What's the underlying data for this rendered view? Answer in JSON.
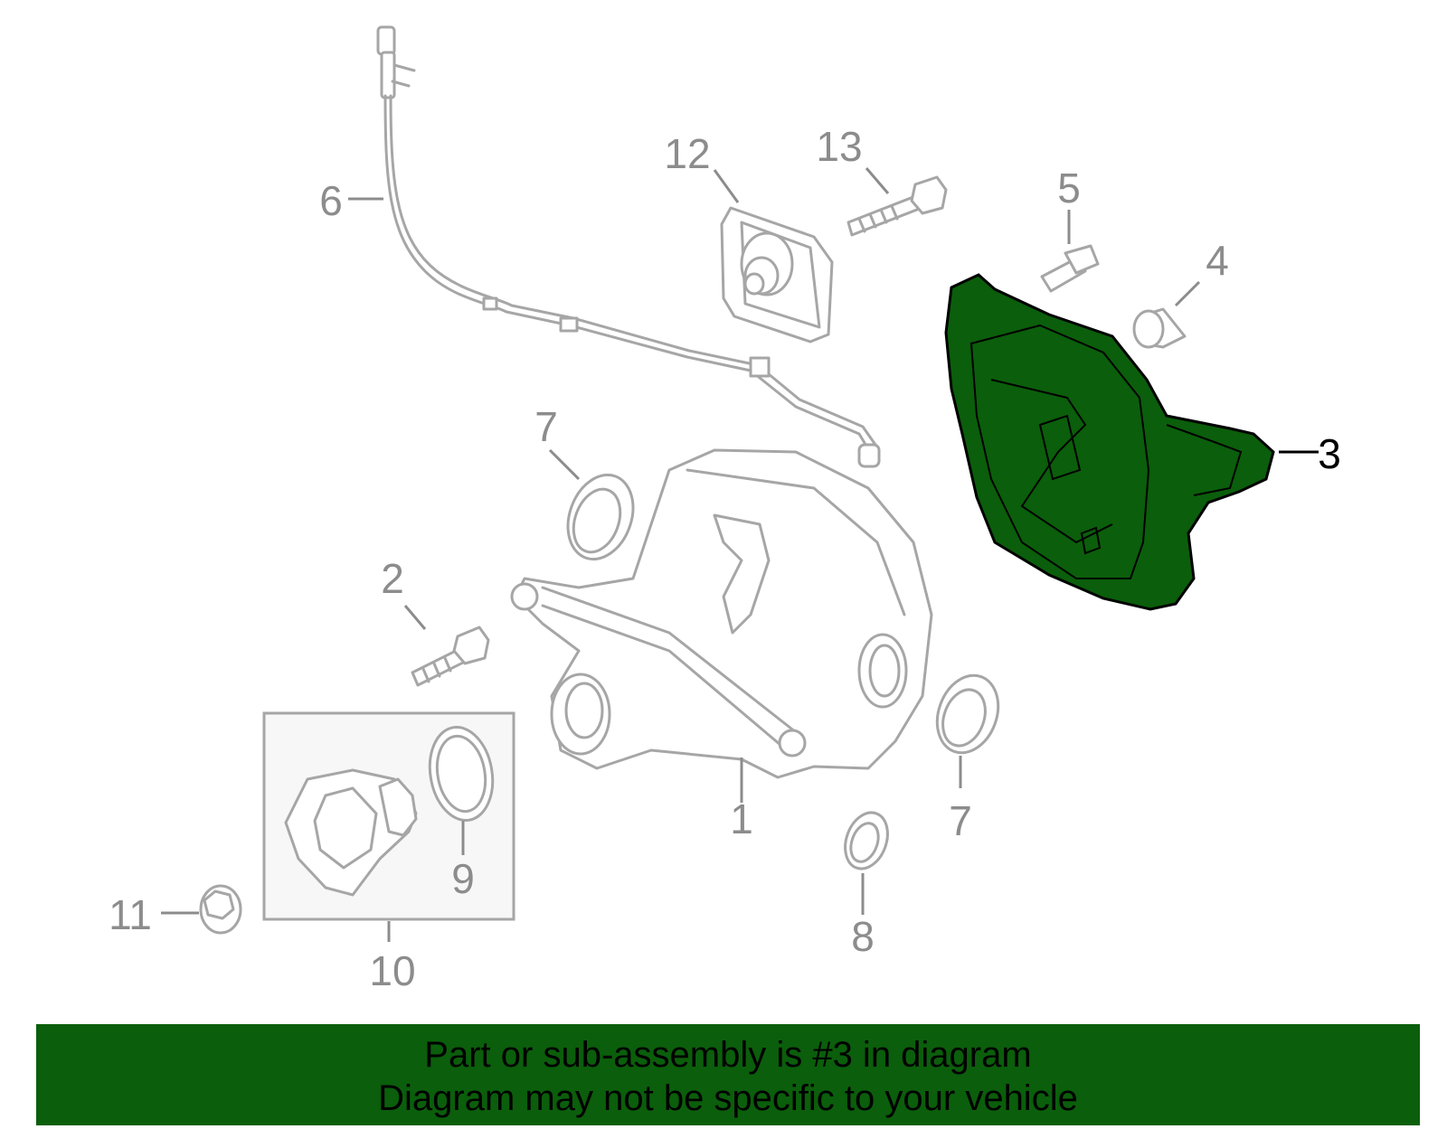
{
  "callouts": {
    "c1": "1",
    "c2": "2",
    "c3": "3",
    "c4": "4",
    "c5": "5",
    "c6": "6",
    "c7a": "7",
    "c7b": "7",
    "c8": "8",
    "c9": "9",
    "c10": "10",
    "c11": "11",
    "c12": "12",
    "c13": "13"
  },
  "highlighted_part": "3",
  "colors": {
    "highlight": "#0b5e0b",
    "part_lines": "#a6a6a6",
    "callout_text": "#8c8c8c",
    "banner_bg": "#0b5e0b"
  },
  "banner": {
    "line1": "Part or sub-assembly is #3 in diagram",
    "line2": "Diagram may not be specific to your vehicle"
  }
}
